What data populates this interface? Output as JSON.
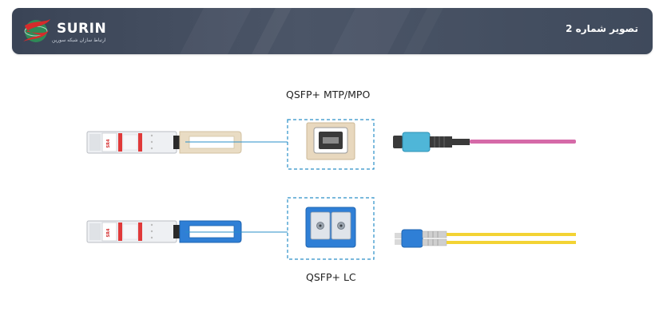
{
  "header": {
    "brand_name": "SURIN",
    "brand_tagline": "ارتباط سازان شبکه سورین",
    "title": "تصویر شماره 2"
  },
  "diagram": {
    "top_connector_label": "QSFP+ MTP/MPO",
    "bottom_connector_label": "QSFP+ LC",
    "module_marking": "SR4"
  },
  "colors": {
    "header_bg": "#444e60",
    "mpo_latch": "#e9dcc4",
    "lc_latch": "#2f7fd6",
    "mpo_connector": "#4fb6d8",
    "mpo_fiber": "#d56aa8",
    "lc_fiber": "#f3d334",
    "link_line": "#2a8fc8",
    "dashed_box": "#2a8fc8"
  }
}
